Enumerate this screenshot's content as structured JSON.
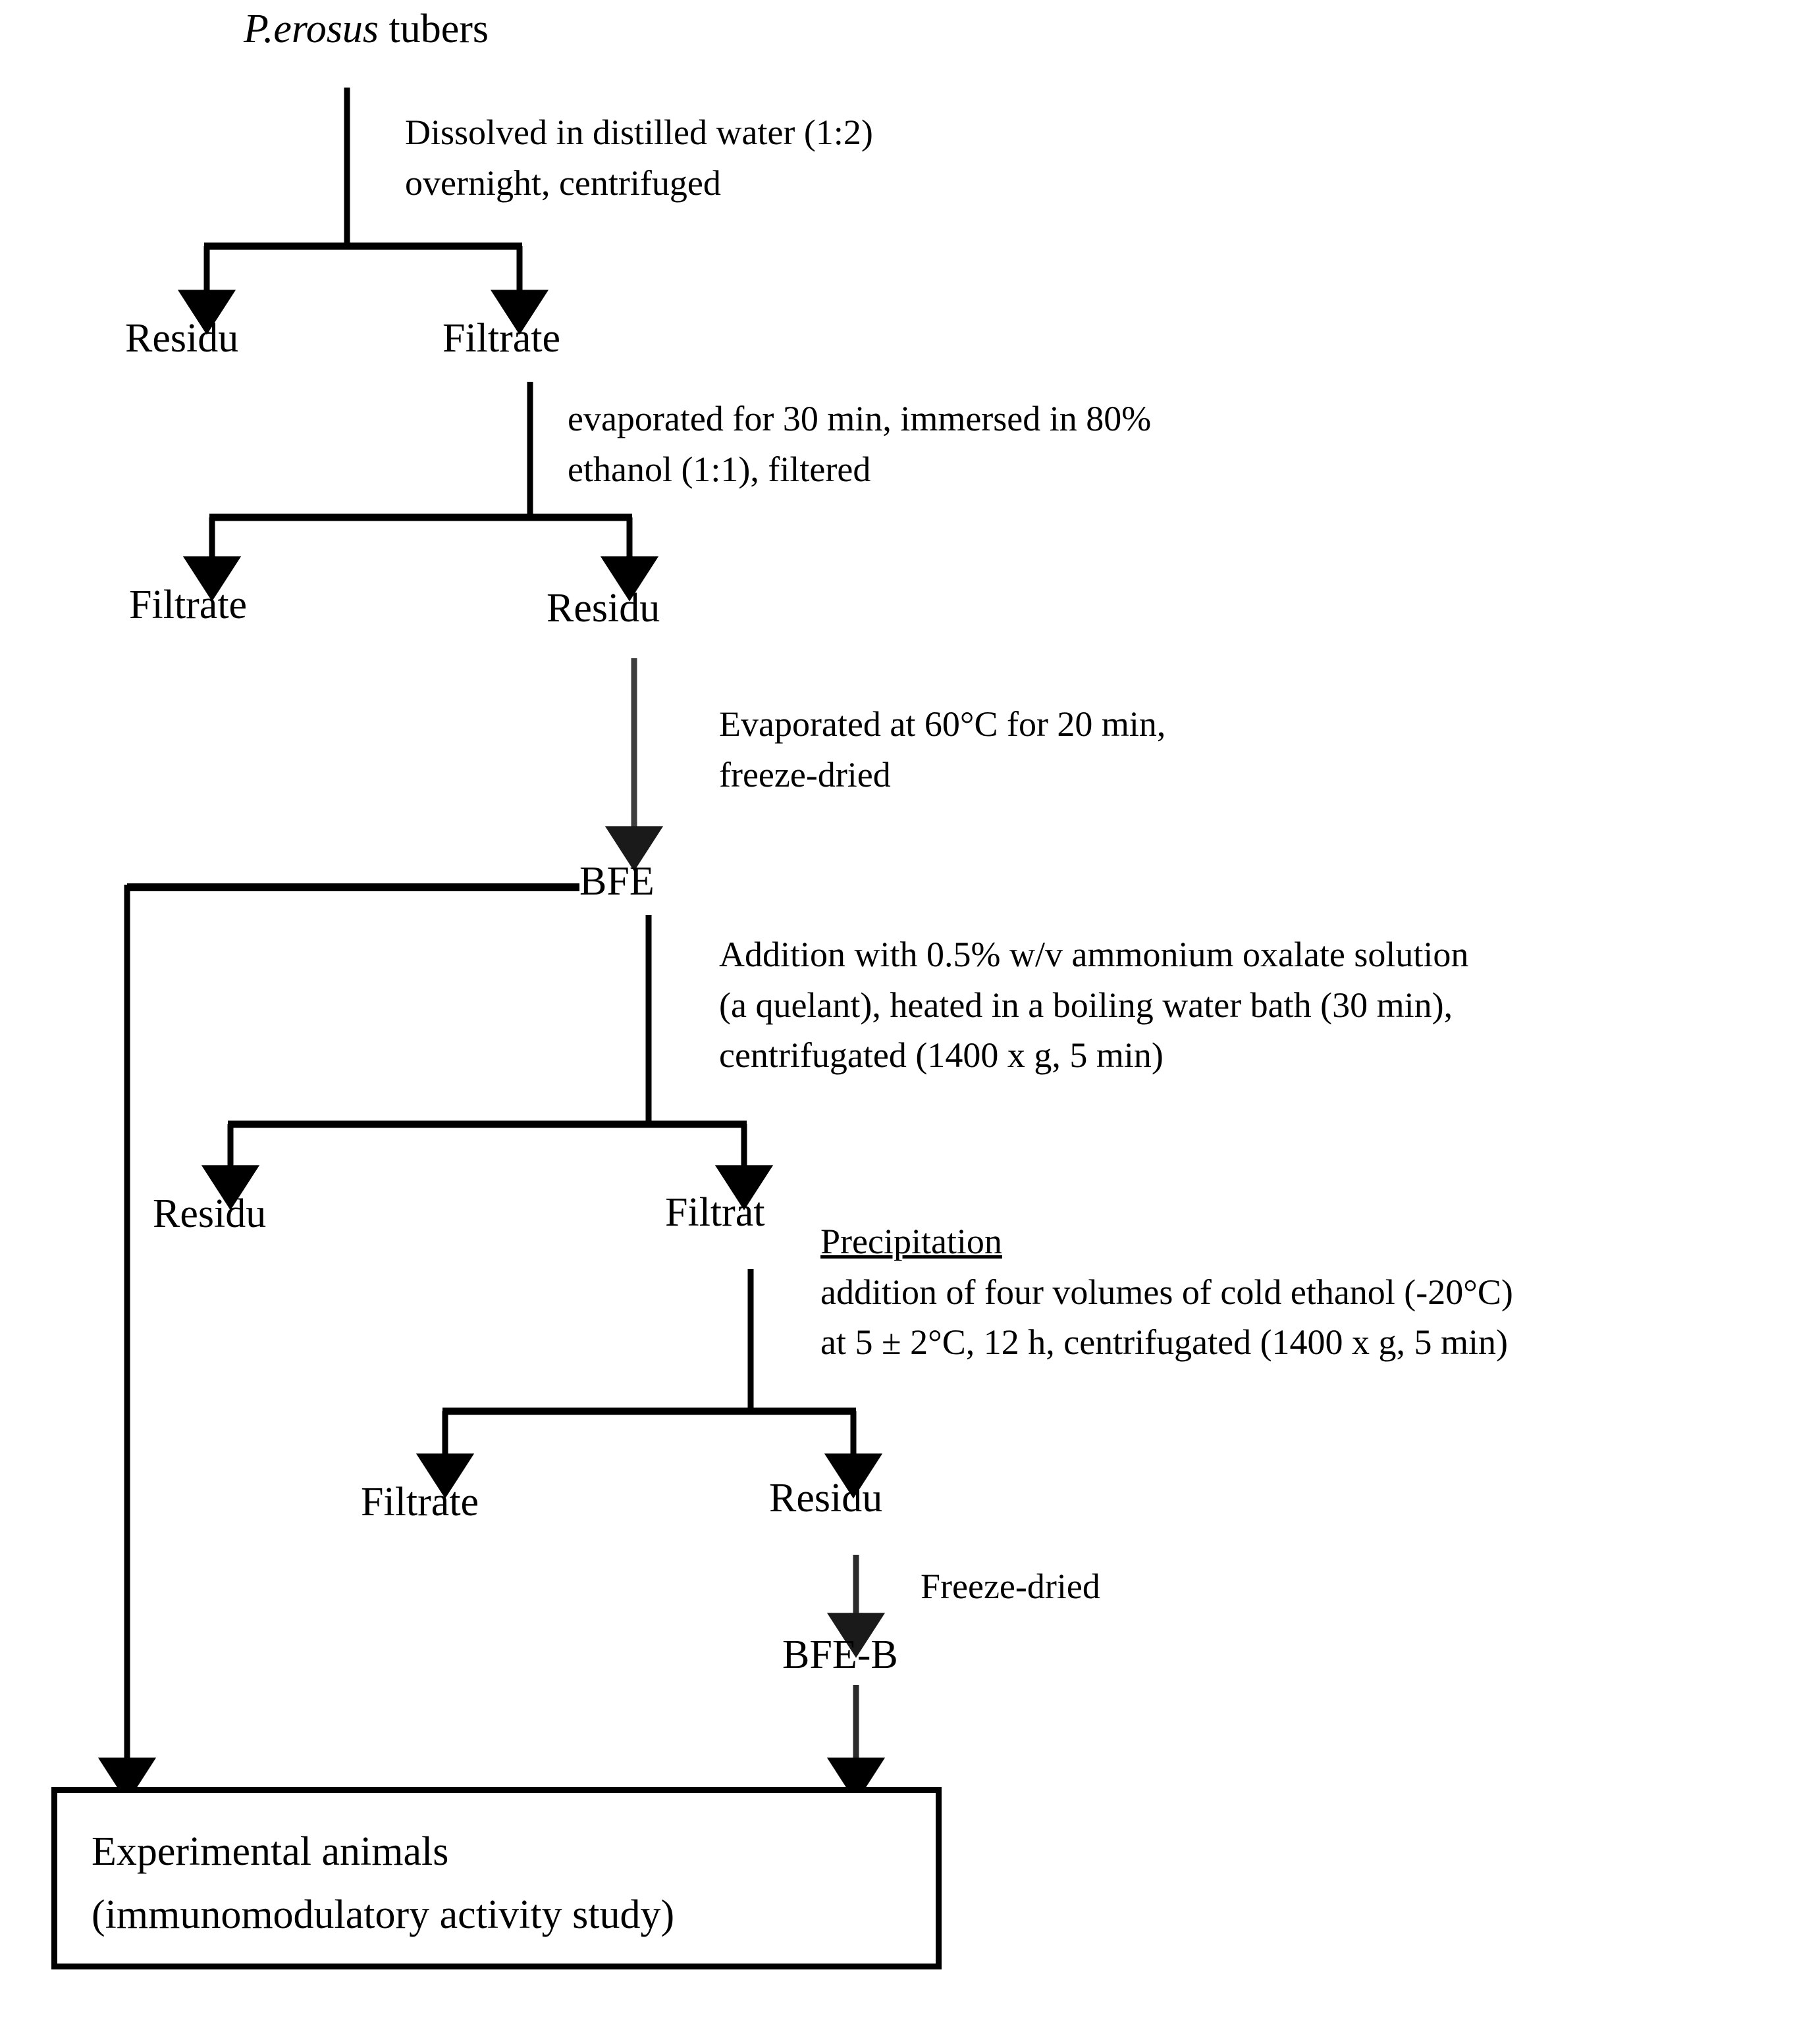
{
  "diagram": {
    "title": "P.erosus tubers extraction flowchart",
    "colors": {
      "line": "#000000",
      "line_gray": "#5a5a5a",
      "text": "#000000",
      "background": "#ffffff"
    },
    "type": "process-flowchart"
  },
  "nodes": {
    "source_italic": "P.erosus",
    "source_rest": " tubers",
    "residu_1": "Residu",
    "filtrate_1": "Filtrate",
    "filtrate_2": "Filtrate",
    "residu_2": "Residu",
    "bfe": "BFE",
    "residu_3": "Residu",
    "filtrat_3": "Filtrat",
    "filtrate_4": "Filtrate",
    "residu_4": "Residu",
    "bfe_b": "BFE-B",
    "final_line_1": "Experimental animals",
    "final_line_2": "(immunomodulatory activity study)"
  },
  "steps": {
    "step1_line1": "Dissolved in distilled water (1:2)",
    "step1_line2": "overnight, centrifuged",
    "step2_line1": "evaporated for 30 min, immersed in 80%",
    "step2_line2": "ethanol (1:1), filtered",
    "step3_line1": "Evaporated at 60°C for 20 min,",
    "step3_line2": "freeze-dried",
    "step4_line1": "Addition with 0.5% w/v ammonium oxalate solution",
    "step4_line2": "(a quelant), heated in a boiling water bath  (30 min),",
    "step4_line3": "centrifugated (1400 x g, 5 min)",
    "step5_heading": "Precipitation",
    "step5_line1": "addition of four volumes of cold ethanol (-20°C)",
    "step5_line2": "at 5 ± 2°C, 12 h, centrifugated (1400 x g, 5 min)",
    "step6": "Freeze-dried"
  }
}
